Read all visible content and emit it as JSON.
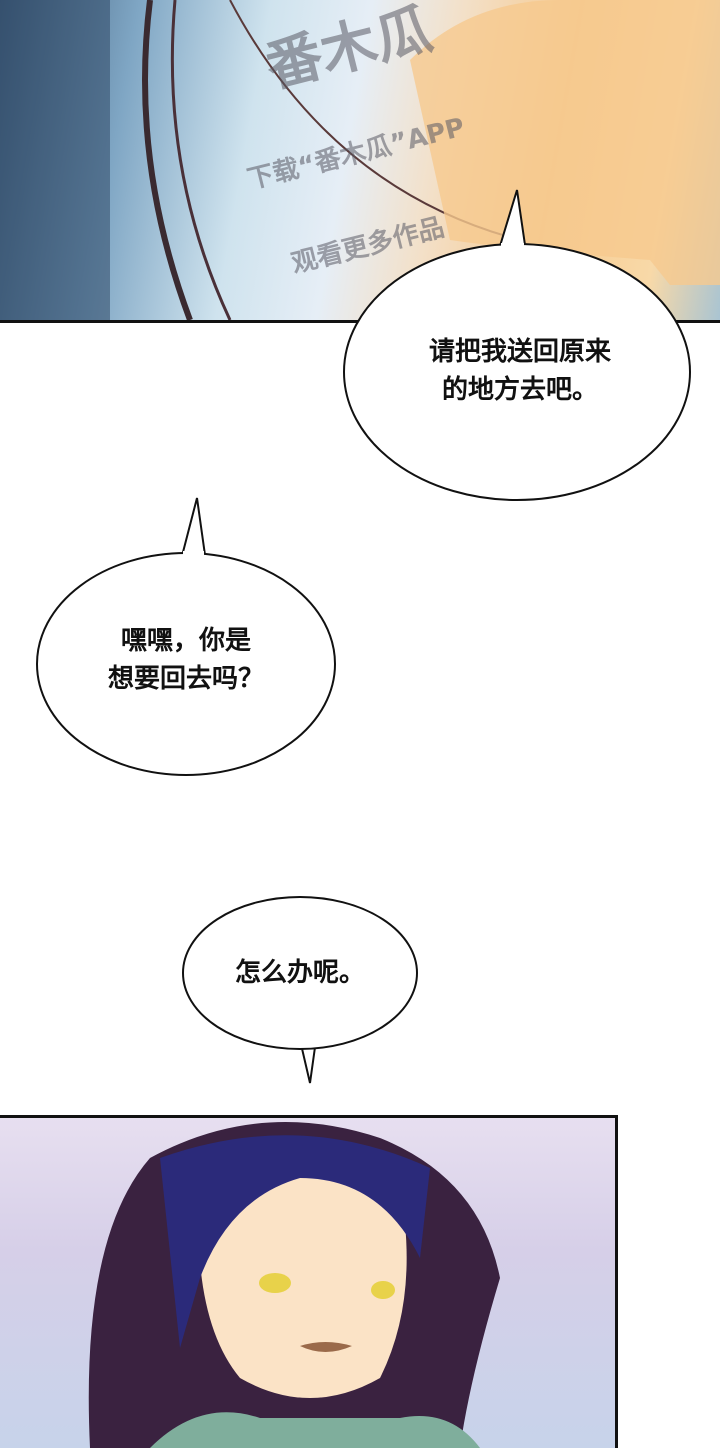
{
  "watermark": {
    "logo": "番木瓜",
    "line1": "下载“番木瓜”APP",
    "line2": "观看更多作品"
  },
  "bubbles": [
    {
      "lines": [
        "请把我送回原来",
        "的地方去吧。"
      ]
    },
    {
      "lines": [
        "嘿嘿，你是",
        "想要回去吗？"
      ]
    },
    {
      "lines": [
        "怎么办呢。"
      ]
    }
  ]
}
